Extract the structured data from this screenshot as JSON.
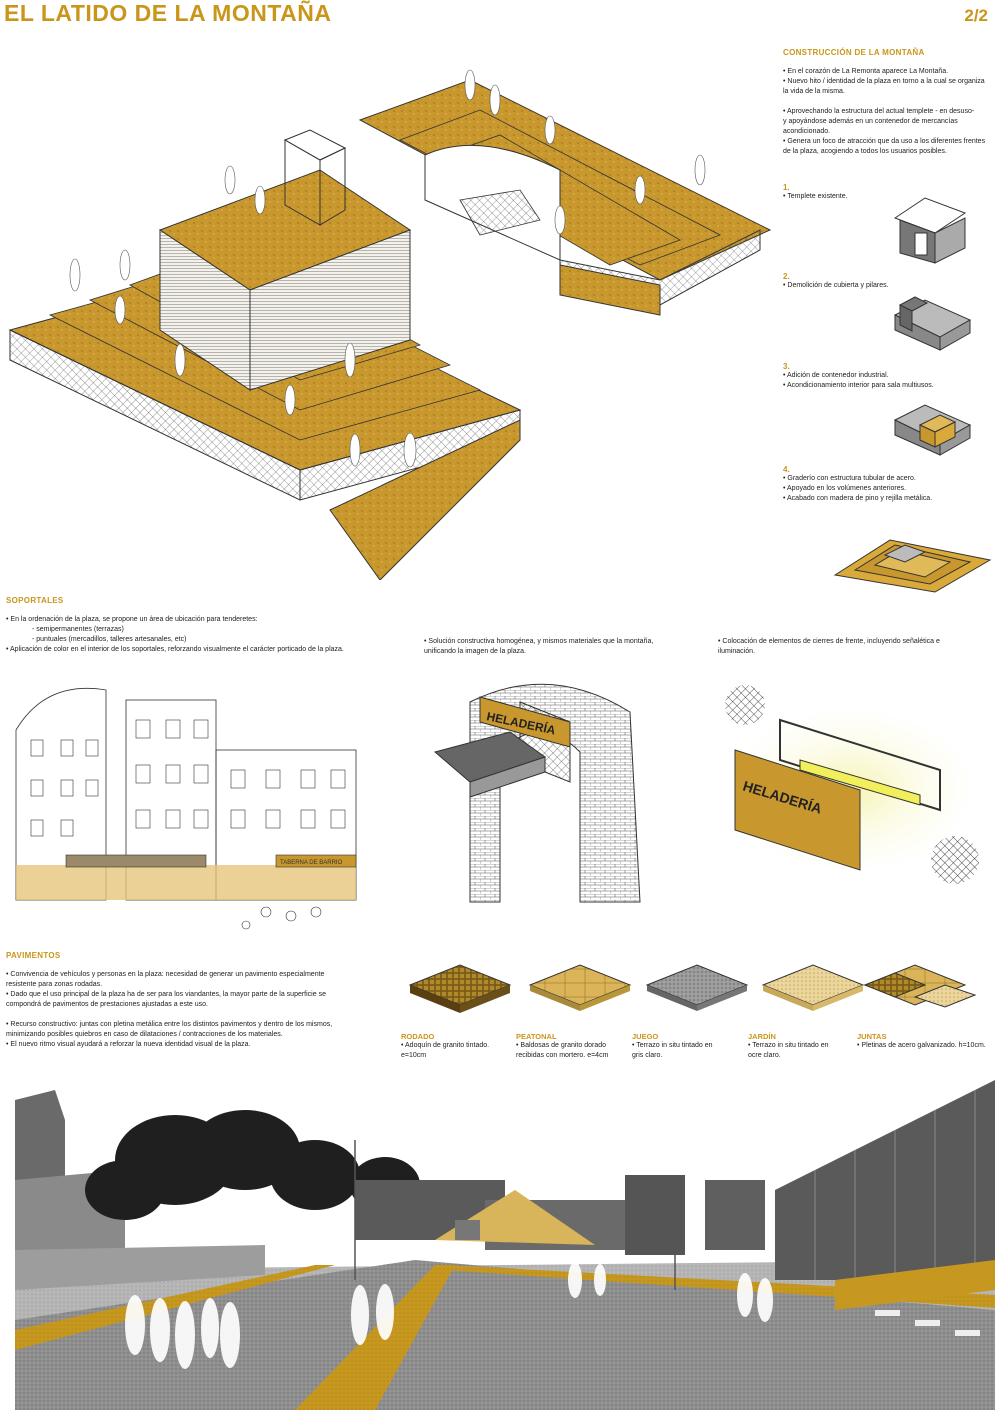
{
  "header": {
    "title": "EL LATIDO DE LA MONTAÑA",
    "page": "2/2"
  },
  "construccion": {
    "title": "CONSTRUCCIÓN DE LA MONTAÑA",
    "lines": [
      "• En el corazón de La Remonta aparece La Montaña.",
      "• Nuevo hito / identidad de la plaza en torno a la cual se organiza",
      "la vida de la misma.",
      "",
      "• Aprovechando la estructura del actual templete - en desuso-",
      "y apoyándose además en un contenedor de mercancías",
      "acondicionado.",
      "• Genera un foco de atracción que da uso a los diferentes frentes",
      "de la plaza, acogiendo a todos los usuarios posibles."
    ],
    "steps": [
      {
        "num": "1.",
        "lines": [
          "• Templete existente."
        ]
      },
      {
        "num": "2.",
        "lines": [
          "• Demolición de cubierta y pilares."
        ]
      },
      {
        "num": "3.",
        "lines": [
          "• Adición de contenedor industrial.",
          "• Acondicionamiento interior para sala multiusos."
        ]
      },
      {
        "num": "4.",
        "lines": [
          "• Graderío con estructura tubular de acero.",
          "• Apoyado en los volúmenes anteriores.",
          "• Acabado con madera de pino y rejilla metálica."
        ]
      }
    ]
  },
  "soportales": {
    "title": "SOPORTALES",
    "lines": [
      "• En la ordenación de la plaza, se propone un área de ubicación para tenderetes:",
      "- semipermanentes (terrazas)",
      "- puntuales (mercadillos, talleres artesanales, etc)",
      "• Aplicación de color en el interior de los soportales, reforzando visualmente el carácter porticado de la plaza."
    ],
    "col2": [
      "• Solución constructiva homogénea, y mismos materiales que la montaña,",
      "unificando la imagen de la plaza."
    ],
    "col3": [
      "• Colocación de elementos de cierres de frente, incluyendo señalética e",
      "iluminación."
    ],
    "sign": "HELADERÍA",
    "awning": "TABERNA DE BARRIO"
  },
  "pavimentos": {
    "title": "PAVIMENTOS",
    "lines": [
      "• Convivencia de vehículos y personas en la plaza: necesidad de generar un pavimento especialmente",
      "resistente para zonas rodadas.",
      "• Dado que el uso principal de la plaza ha de ser para los viandantes, la mayor parte de la superficie se",
      "compondrá de pavimentos de prestaciones ajustadas a este uso.",
      "",
      "• Recurso constructivo: juntas con pletina metálica entre los distintos pavimentos y dentro de los mismos,",
      "minimizando posibles quiebros en caso de dilataciones / contracciones de los materiales.",
      "• El nuevo ritmo visual ayudará a reforzar la nueva identidad visual de la plaza."
    ],
    "items": [
      {
        "name": "RODADO",
        "lines": [
          "• Adoquín de granito tintado.",
          "e=10cm"
        ]
      },
      {
        "name": "PEATONAL",
        "lines": [
          "• Baldosas de granito dorado",
          "recibidas con mortero. e=4cm"
        ]
      },
      {
        "name": "JUEGO",
        "lines": [
          "• Terrazo in situ tintado en",
          "gris claro."
        ]
      },
      {
        "name": "JARDÍN",
        "lines": [
          "• Terrazo in situ tintado en",
          "ocre claro."
        ]
      },
      {
        "name": "JUNTAS",
        "lines": [
          "• Pletinas de acero galvanizado. h=10cm."
        ]
      }
    ]
  },
  "colors": {
    "accent": "#c9961a",
    "wood": "#c8982e",
    "wood_dark": "#9a6f18",
    "grey": "#8a8a8a",
    "dark": "#3a3a3a"
  }
}
